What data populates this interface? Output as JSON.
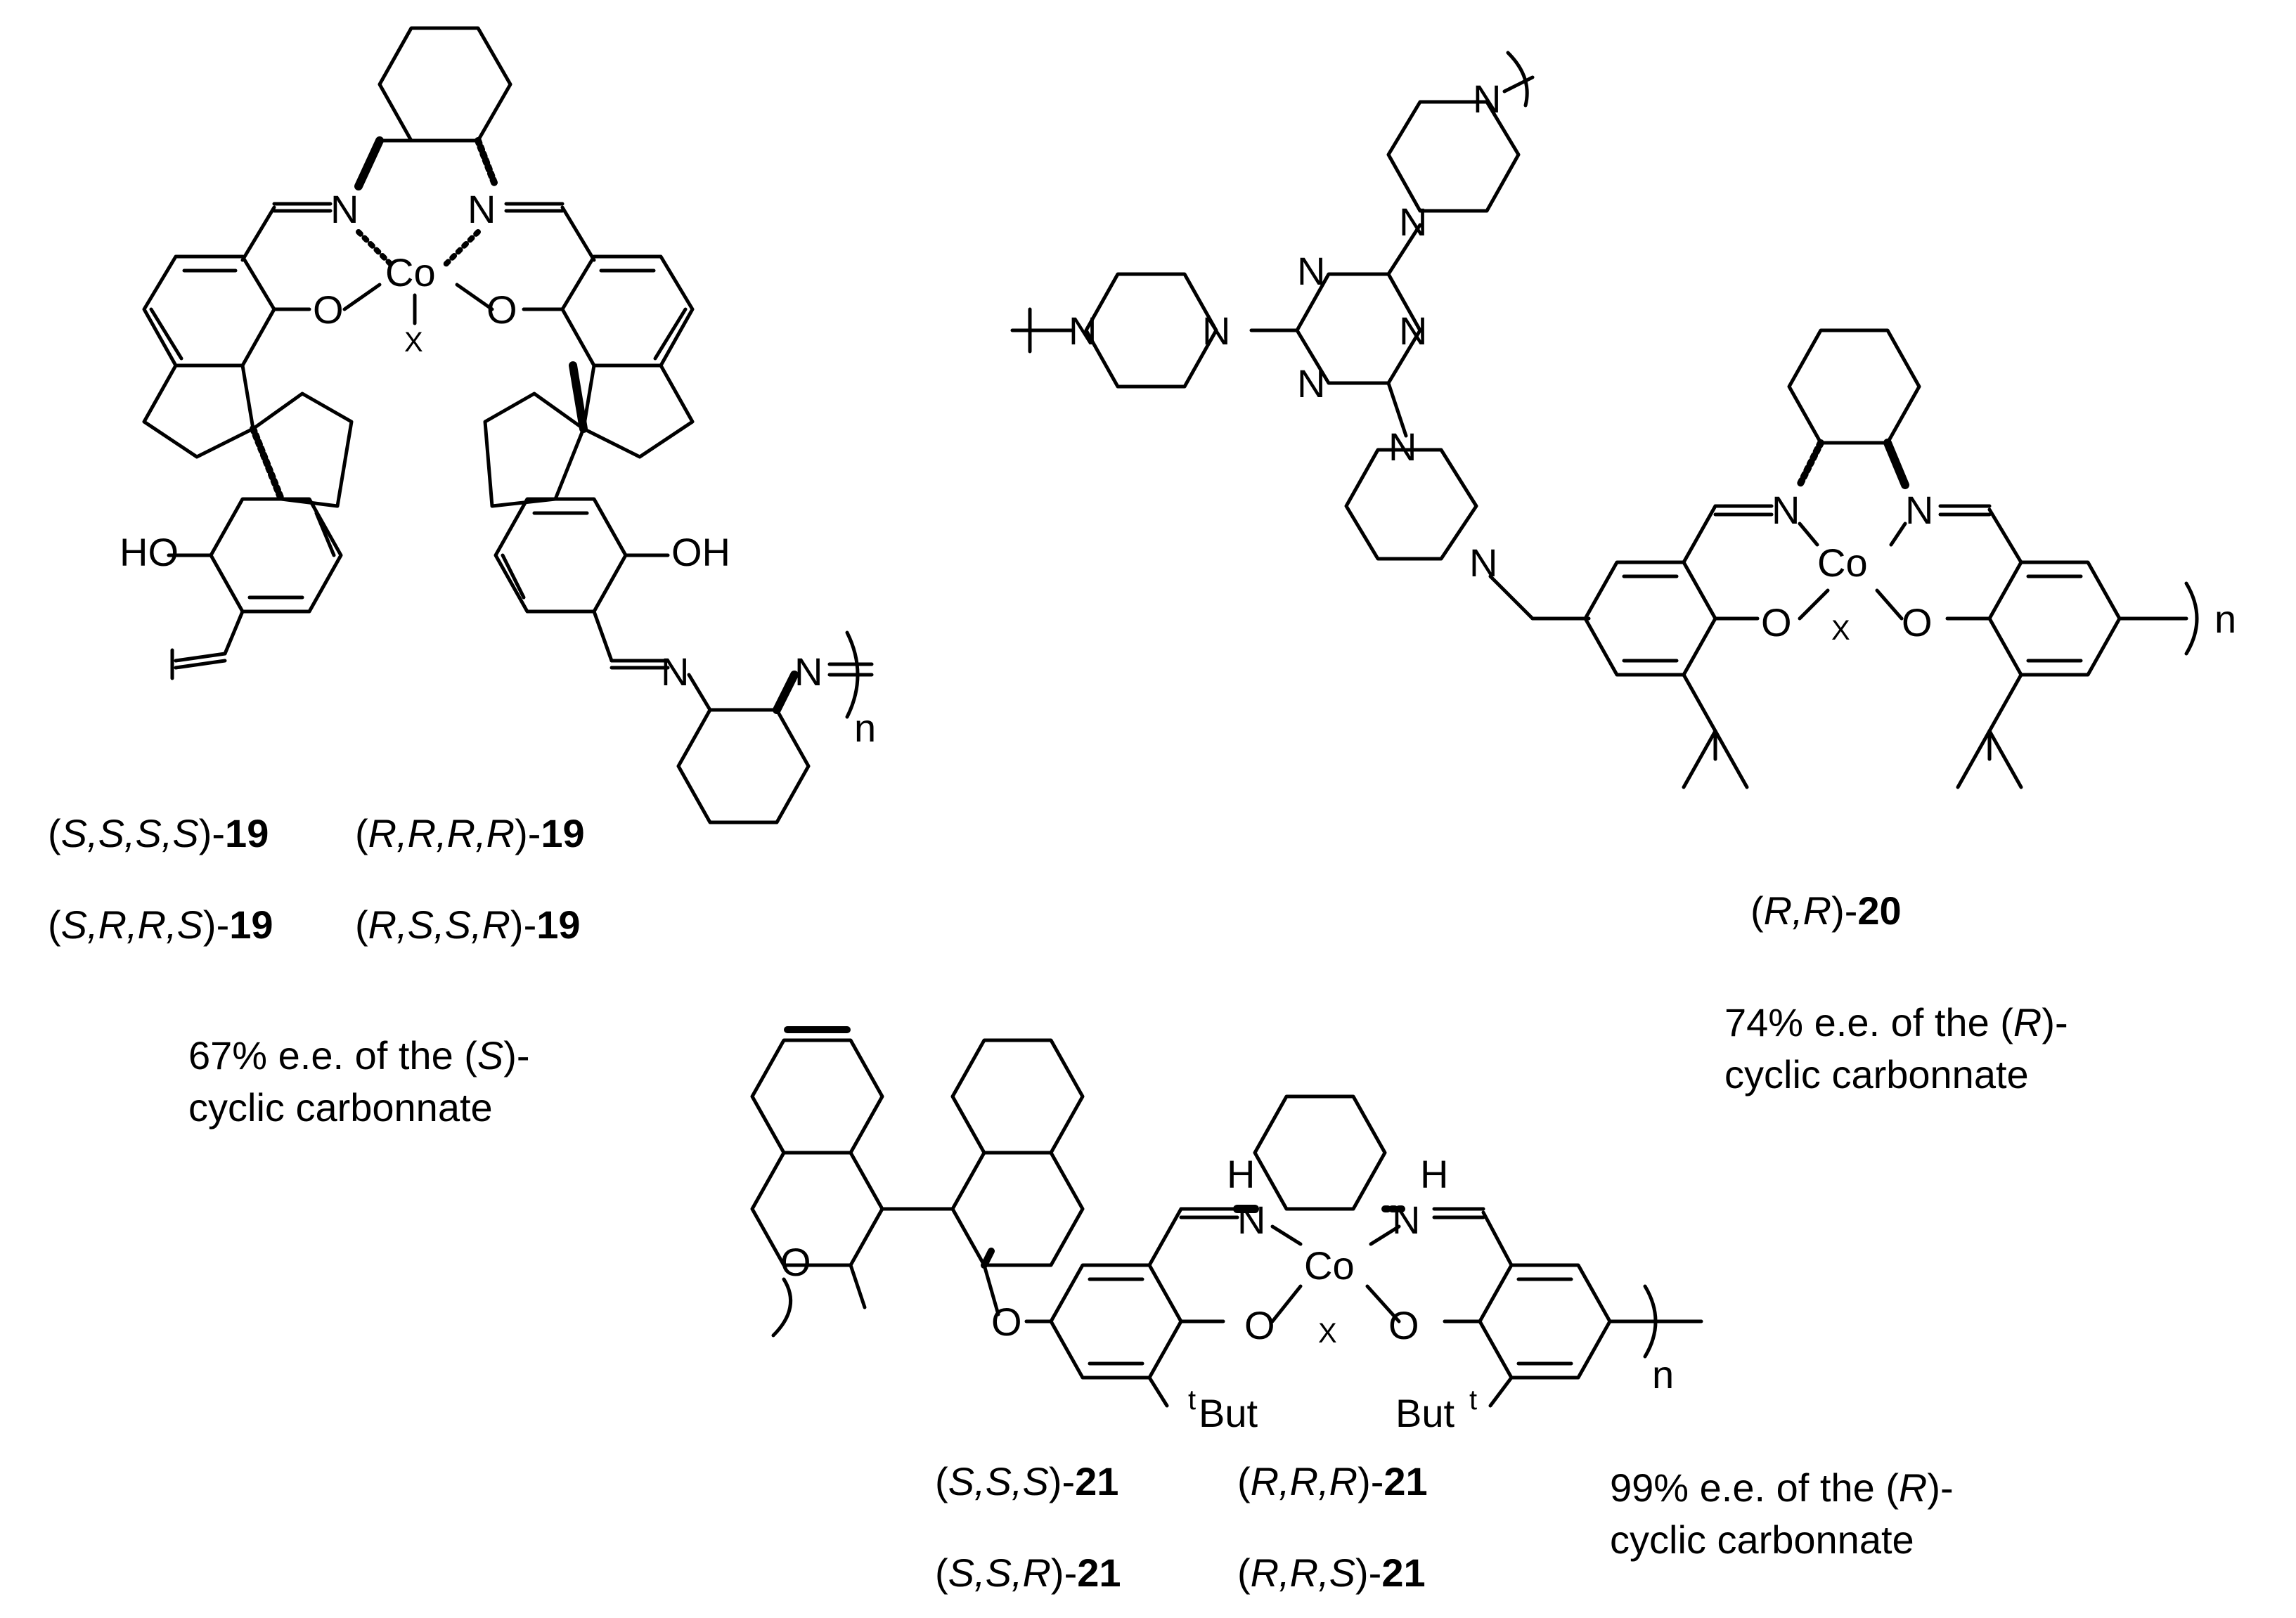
{
  "structures": [
    {
      "id": "19",
      "atoms": {
        "n_left": "N",
        "n_right": "N",
        "metal": "Co",
        "o_left": "O",
        "o_right": "O",
        "x": "X",
        "oh_left": "HO",
        "oh_right": "OH",
        "n_chain": "N",
        "n_chain2": "N",
        "repeat": "n"
      },
      "stereo_labels": [
        {
          "prefix": "(",
          "descriptor": "S,S,S,S",
          "suffix": ")-",
          "number": "19"
        },
        {
          "prefix": "(",
          "descriptor": "R,R,R,R",
          "suffix": ")-",
          "number": "19"
        },
        {
          "prefix": "(",
          "descriptor": "S,R,R,S",
          "suffix": ")-",
          "number": "19"
        },
        {
          "prefix": "(",
          "descriptor": "R,S,S,R",
          "suffix": ")-",
          "number": "19"
        }
      ],
      "ee_text": {
        "line1_a": "67% e.e. of the (",
        "line1_b": "S",
        "line1_c": ")-",
        "line2": "cyclic carbonnate"
      }
    },
    {
      "id": "20",
      "atoms": {
        "n_triazine": "N",
        "n_pip": "N",
        "metal": "Co",
        "o": "O",
        "x": "X",
        "repeat": "n"
      },
      "stereo_labels": [
        {
          "prefix": "(",
          "descriptor": "R,R",
          "suffix": ")-",
          "number": "20"
        }
      ],
      "ee_text": {
        "line1_a": "74% e.e. of the (",
        "line1_b": "R",
        "line1_c": ")-",
        "line2": "cyclic carbonnate"
      }
    },
    {
      "id": "21",
      "atoms": {
        "h": "H",
        "n": "N",
        "metal": "Co",
        "o": "O",
        "x": "X",
        "tbut_left_sup": "t",
        "tbut_left": "But",
        "tbut_right": "But",
        "tbut_right_sup": "t",
        "repeat": "n"
      },
      "stereo_labels": [
        {
          "prefix": "(",
          "descriptor": "S,S,S",
          "suffix": ")-",
          "number": "21"
        },
        {
          "prefix": "(",
          "descriptor": "R,R,R",
          "suffix": ")-",
          "number": "21"
        },
        {
          "prefix": "(",
          "descriptor": "S,S,R",
          "suffix": ")-",
          "number": "21"
        },
        {
          "prefix": "(",
          "descriptor": "R,R,S",
          "suffix": ")-",
          "number": "21"
        }
      ],
      "ee_text": {
        "line1_a": "99% e.e. of the (",
        "line1_b": "R",
        "line1_c": ")-",
        "line2": "cyclic carbonnate"
      }
    }
  ]
}
